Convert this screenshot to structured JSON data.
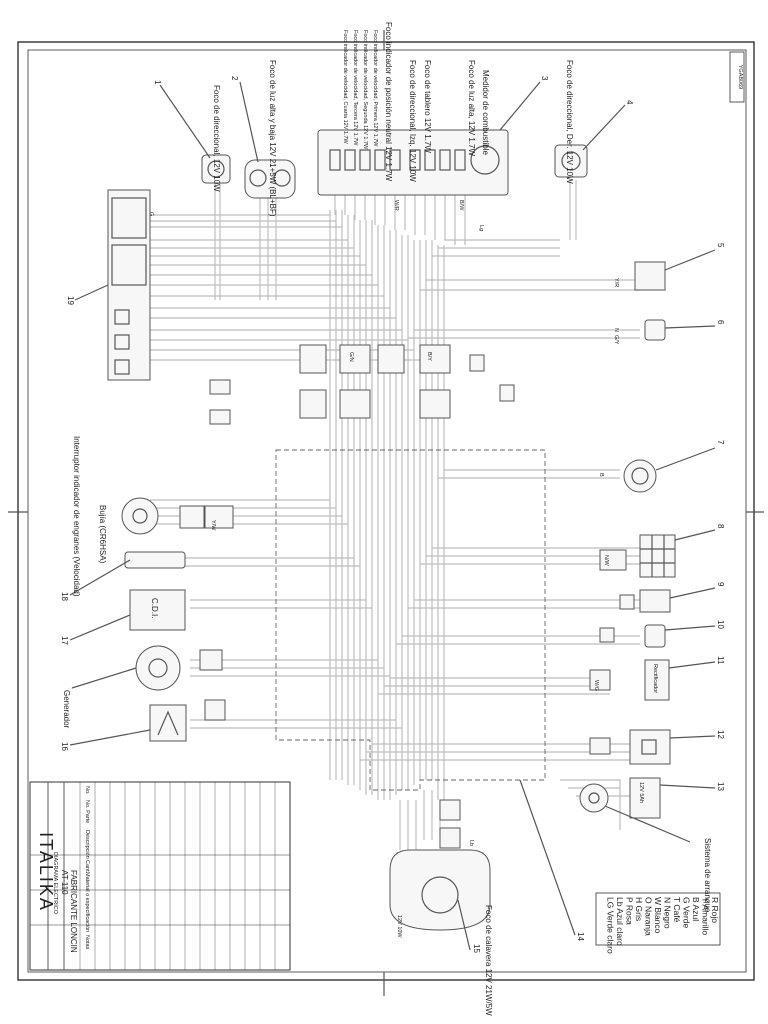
{
  "sheet": {
    "doc_code": "YGAB069",
    "brand": "ITALIKA",
    "title_line1": "DIAGRAMA ELECTRICO",
    "title_line2": "AT-110",
    "title_line3": "FABRICANTE LONCIN",
    "cols": [
      "No.",
      "No. Parte",
      "Descripción",
      "Cant.",
      "Material o especificación",
      "Notas"
    ]
  },
  "components": {
    "c1": {
      "num": "1",
      "label": "Foco de direccional, 12V 10W"
    },
    "c2": {
      "num": "2",
      "label": "Foco de luz alta y baja 12V 21+5W (BL+BF)"
    },
    "c3": {
      "num": "3",
      "label": "Medidor de combustible"
    },
    "c4": {
      "num": "4",
      "label": "Foco de direccional, Der. 12V 10W"
    },
    "c5": {
      "num": "5"
    },
    "c6": {
      "num": "6"
    },
    "c7": {
      "num": "7"
    },
    "c8": {
      "num": "8"
    },
    "c9": {
      "num": "9"
    },
    "c10": {
      "num": "10"
    },
    "c11": {
      "num": "11",
      "label": "Rectificador"
    },
    "c12": {
      "num": "12"
    },
    "c13": {
      "num": "13",
      "label": "12V 5Ah"
    },
    "c14": {
      "num": "14"
    },
    "c15": {
      "num": "15",
      "label": "Foco de calavera 12V 21W/5W"
    },
    "c16": {
      "num": "16"
    },
    "c17": {
      "num": "17",
      "label": "C.D.I."
    },
    "c18": {
      "num": "18",
      "label": "Bujía (CR6HSA)"
    },
    "c19": {
      "num": "19"
    },
    "generador": "Generador",
    "interruptor": "Interruptor indicador de engranes (Velocidad)",
    "arranque": "Sistema de arranque",
    "direccional_izq": "Foco de direccional, Izq. 12V 10W",
    "foco_luz_alta": "Foco de luz alta, 12V 1.7W",
    "foco_neutral": "Foco indicador de posición neutral 12V 1.7W",
    "foco_tablero": "Foco de tablero 12V 1.7W",
    "ind_primera": "Foco indicador de velocidad, Primera 12V 1.7W",
    "ind_segunda": "Foco indicador de velocidad, Segunda 12V 1.7W",
    "ind_tercera": "Foco indicador de velocidad, Tercera 12V 1.7W",
    "ind_cuarta": "Foco indicador de velocidad, Cuarta 12V 1.7W",
    "foco_12v": "12V 10W"
  },
  "legend": [
    {
      "code": "R",
      "name": "Rojo"
    },
    {
      "code": "Y",
      "name": "Amarillo"
    },
    {
      "code": "B",
      "name": "Azul"
    },
    {
      "code": "G",
      "name": "Verde"
    },
    {
      "code": "T",
      "name": "Café"
    },
    {
      "code": "N",
      "name": "Negro"
    },
    {
      "code": "W",
      "name": "Blanco"
    },
    {
      "code": "O",
      "name": "Naranja"
    },
    {
      "code": "H",
      "name": "Gris"
    },
    {
      "code": "P",
      "name": "Rosa"
    },
    {
      "code": "Lb",
      "name": "Azul claro"
    },
    {
      "code": "LG",
      "name": "Verde claro"
    }
  ],
  "wire_codes": [
    "G",
    "Y/R",
    "N",
    "G/Y",
    "B/W",
    "W/R",
    "G/N",
    "B/Y",
    "Y/W",
    "N/W",
    "Lg",
    "Lb",
    "W/G",
    "O",
    "B"
  ]
}
